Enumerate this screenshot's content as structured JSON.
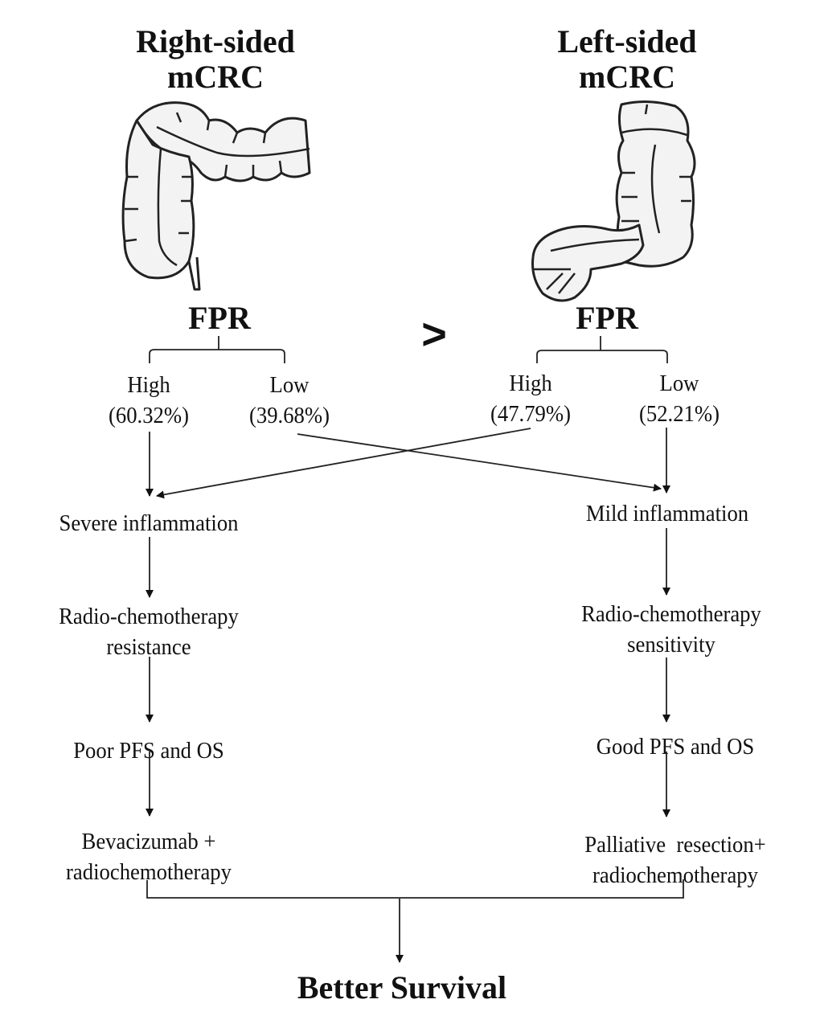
{
  "left_panel": {
    "title_line1": "Right-sided",
    "title_line2": "mCRC",
    "fpr_label": "FPR",
    "high_label": "High",
    "high_pct": "(60.32%)",
    "low_label": "Low",
    "low_pct": "(39.68%)",
    "steps": [
      "Severe inflammation",
      "Radio-chemotherapy",
      "resistance",
      "Poor PFS and OS",
      "Bevacizumab +",
      "radiochemotherapy"
    ]
  },
  "comparison_symbol": ">",
  "right_panel": {
    "title_line1": "Left-sided",
    "title_line2": "mCRC",
    "fpr_label": "FPR",
    "high_label": "High",
    "high_pct": "(47.79%)",
    "low_label": "Low",
    "low_pct": "(52.21%)",
    "steps": [
      "Mild inflammation",
      "Radio-chemotherapy",
      "sensitivity",
      "Good PFS and OS",
      "Palliative  resection+",
      "radiochemotherapy"
    ]
  },
  "outcome": "Better Survival"
}
